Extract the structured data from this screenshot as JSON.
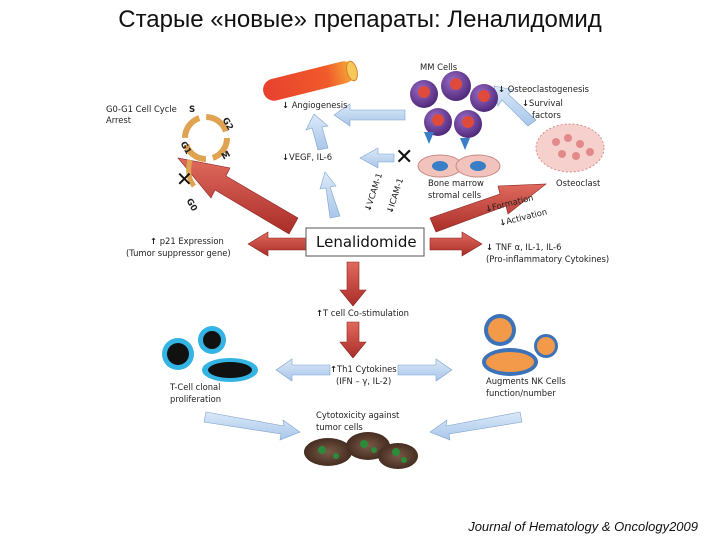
{
  "title": "Старые «новые» препараты: Леналидомид",
  "center": "Lenalidomide",
  "labels": {
    "mm_cells": "MM Cells",
    "osteoclastogenesis": "Osteoclastogenesis",
    "survival": "Survival",
    "factors": "factors",
    "osteoclast": "Osteoclast",
    "angiogenesis": "Angiogenesis",
    "cycle_1": "G0-G1 Cell Cycle",
    "cycle_2": "Arrest",
    "vegf": "VEGF, IL-6",
    "vcam": "VCAM-1",
    "icam": "ICAM-1",
    "bone_marrow_1": "Bone marrow",
    "bone_marrow_2": "stromal cells",
    "formation": "Formation",
    "activation": "Activation",
    "p21_1": "p21 Expression",
    "p21_2": "(Tumor suppressor gene)",
    "tnf_1": "TNF α, IL-1, IL-6",
    "tnf_2": "(Pro-inflammatory Cytokines)",
    "tcell_costim": "T cell Co-stimulation",
    "th1_1": "Th1 Cytokines",
    "th1_2": "(IFN – γ, IL-2)",
    "tcell_clonal_1": "T-Cell clonal",
    "tcell_clonal_2": "proliferation",
    "nk_1": "Augments NK Cells",
    "nk_2": "function/number",
    "cytotox_1": "Cytotoxicity against",
    "cytotox_2": "tumor cells"
  },
  "cycle_phases": [
    "S",
    "G2",
    "M",
    "G1",
    "G0"
  ],
  "citation": "Journal of Hematology & Oncology2009",
  "colors": {
    "red_arrow": "#c43a34",
    "blue_arrow": "#b9d3ef",
    "mm_cell": "#6a3c9a",
    "cycle": "#e0a352",
    "tcell_ring": "#33b4e4",
    "nk_cell": "#f2994a"
  }
}
